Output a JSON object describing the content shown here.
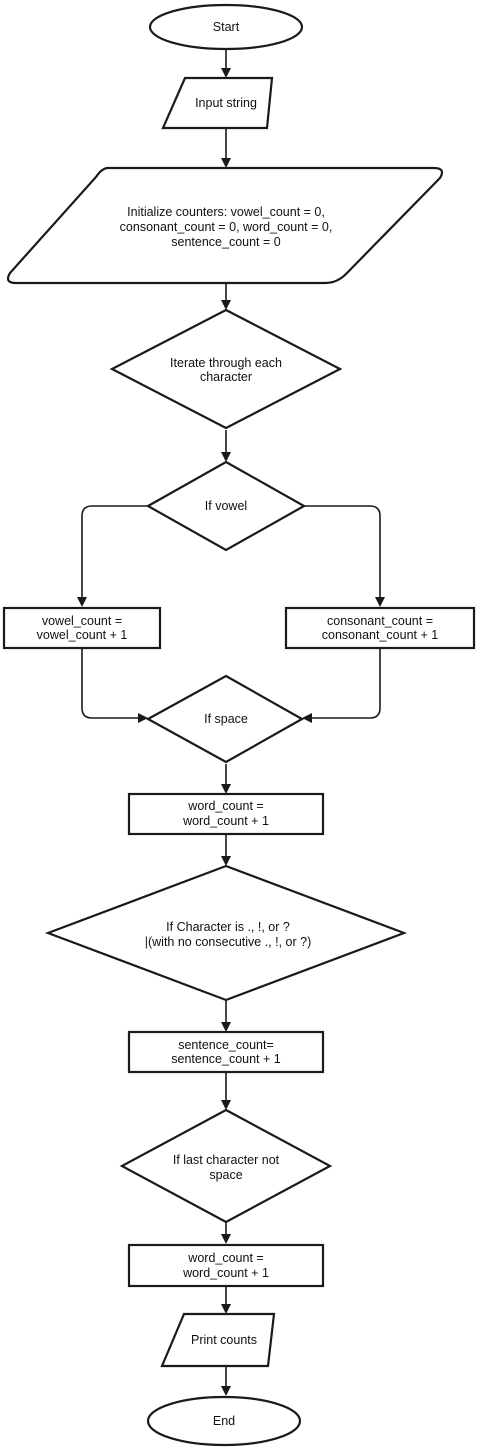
{
  "flowchart": {
    "start": "Start",
    "input": "Input string",
    "init": {
      "line1": "Initialize counters: vowel_count = 0,",
      "line2": "consonant_count = 0, word_count = 0,",
      "line3": "sentence_count = 0"
    },
    "iterate": {
      "line1": "Iterate through each",
      "line2": "character"
    },
    "if_vowel": "If vowel",
    "vowel_inc": {
      "line1": "vowel_count =",
      "line2": "vowel_count + 1"
    },
    "consonant_inc": {
      "line1": "consonant_count =",
      "line2": "consonant_count + 1"
    },
    "if_space": "If space",
    "word_inc_1": {
      "line1": "word_count =",
      "line2": "word_count + 1"
    },
    "if_punct": {
      "line1": "If Character is ., !, or ?",
      "line2": "|(with no consecutive ., !, or ?)"
    },
    "sentence_inc": {
      "line1": "sentence_count=",
      "line2": "sentence_count + 1"
    },
    "if_last": {
      "line1": "If last character not",
      "line2": "space"
    },
    "word_inc_2": {
      "line1": "word_count =",
      "line2": "word_count + 1"
    },
    "print": "Print counts",
    "end": "End"
  }
}
